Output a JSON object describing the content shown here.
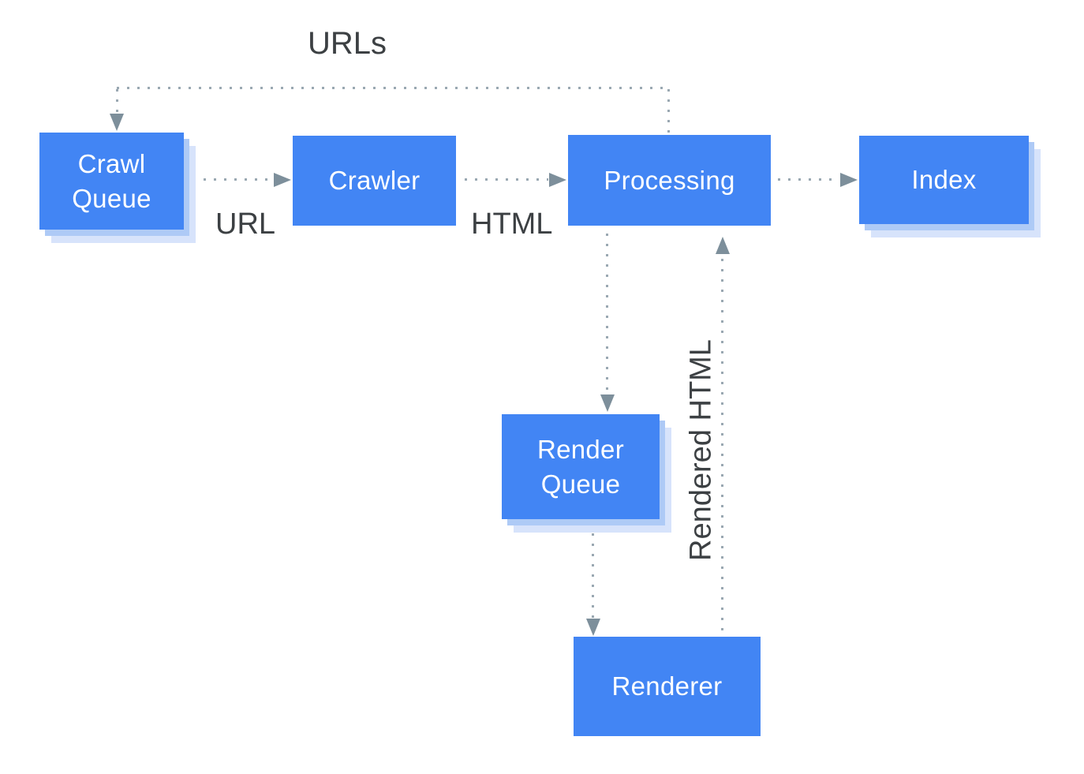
{
  "nodes": {
    "crawl_queue": {
      "label": "Crawl Queue"
    },
    "crawler": {
      "label": "Crawler"
    },
    "processing": {
      "label": "Processing"
    },
    "index": {
      "label": "Index"
    },
    "render_queue": {
      "label": "Render Queue"
    },
    "renderer": {
      "label": "Renderer"
    }
  },
  "edge_labels": {
    "urls": "URLs",
    "url": "URL",
    "html": "HTML",
    "rendered_html": "Rendered HTML"
  },
  "edges": [
    {
      "from": "processing",
      "to": "crawl_queue",
      "label": "URLs",
      "style": "dotted"
    },
    {
      "from": "crawl_queue",
      "to": "crawler",
      "label": "URL",
      "style": "dotted"
    },
    {
      "from": "crawler",
      "to": "processing",
      "label": "HTML",
      "style": "dotted"
    },
    {
      "from": "processing",
      "to": "index",
      "label": "",
      "style": "dotted"
    },
    {
      "from": "processing",
      "to": "render_queue",
      "label": "",
      "style": "dotted"
    },
    {
      "from": "render_queue",
      "to": "renderer",
      "label": "",
      "style": "dotted"
    },
    {
      "from": "renderer",
      "to": "processing",
      "label": "Rendered HTML",
      "style": "dotted"
    }
  ],
  "colors": {
    "node_fill": "#4285F4",
    "node_text": "#FFFFFF",
    "shadow_inner": "#AECAF6",
    "shadow_outer": "#D7E3FB",
    "connector_dot": "#9AA8B2",
    "arrowhead": "#7D8F9B",
    "label_text": "#3C4043",
    "background": "#FFFFFF"
  }
}
